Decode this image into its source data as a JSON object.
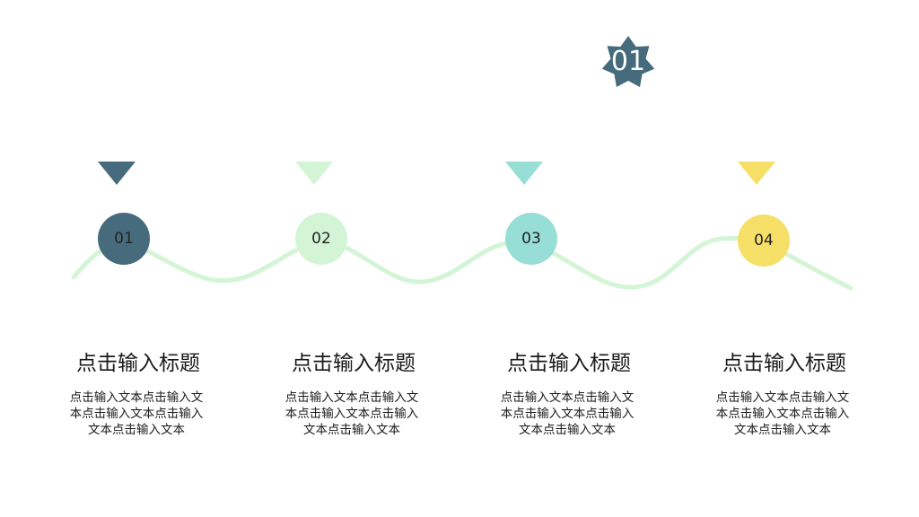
{
  "badge": {
    "label": "01",
    "color": "#466b7c",
    "icon": "star-badge-icon"
  },
  "wave_color": "#d3f5d6",
  "steps": [
    {
      "number": "01",
      "color": "#466b7c",
      "title": "点击输入标题",
      "body": "点击输入文本点击输入文本点击输入文本点击输入文本点击输入文本"
    },
    {
      "number": "02",
      "color": "#d3f5d6",
      "title": "点击输入标题",
      "body": "点击输入文本点击输入文本点击输入文本点击输入文本点击输入文本"
    },
    {
      "number": "03",
      "color": "#97ded7",
      "title": "点击输入标题",
      "body": "点击输入文本点击输入文本点击输入文本点击输入文本点击输入文本"
    },
    {
      "number": "04",
      "color": "#f6df66",
      "title": "点击输入标题",
      "body": "点击输入文本点击输入文本点击输入文本点击输入文本点击输入文本"
    }
  ]
}
